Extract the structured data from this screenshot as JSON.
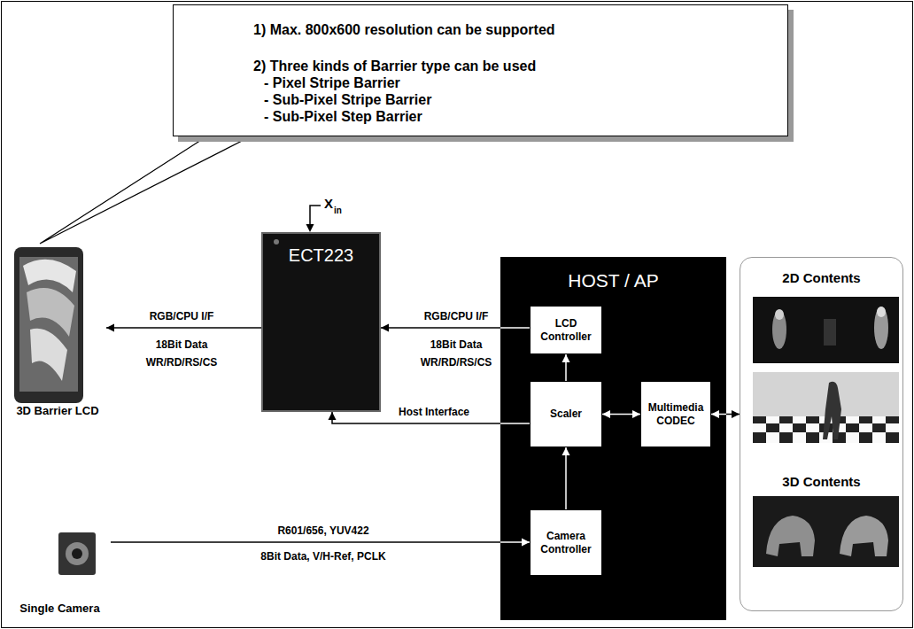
{
  "diagram": {
    "nodes": [
      {
        "text": [
          "1) Max. 800x600 resolution can be supported",
          "2) Three kinds of Barrier type can be used",
          "- Pixel Stripe Barrier",
          "- Sub-Pixel Stripe Barrier",
          "- Sub-Pixel Step Barrier"
        ]
      },
      {
        "text": [
          "3D Barrier LCD"
        ]
      },
      {
        "text": [
          "ECT223"
        ]
      },
      {
        "text": [
          "HOST / AP"
        ]
      },
      {
        "text": [
          "LCD Controller"
        ],
        "in": 3
      },
      {
        "text": [
          "Scaler"
        ],
        "in": 3
      },
      {
        "text": [
          "Multimedia CODEC"
        ],
        "in": 3
      },
      {
        "text": [
          "Camera Controller"
        ],
        "in": 3
      },
      {
        "text": [
          "2D Contents",
          "3D Contents"
        ]
      },
      {
        "text": [
          "Single Camera"
        ]
      }
    ],
    "edges": [
      {
        "from": 0,
        "to": 1,
        "arrow": "none"
      },
      {
        "from": 2,
        "to": 1,
        "arrow": "to"
      },
      {
        "from": 4,
        "to": 2,
        "arrow": "to"
      },
      {
        "from": 5,
        "to": 2,
        "arrow": "to",
        "label": "Host Interface"
      },
      {
        "from": 5,
        "to": 4,
        "arrow": "to"
      },
      {
        "from": 7,
        "to": 5,
        "arrow": "to"
      },
      {
        "from": 5,
        "to": 6,
        "arrow": "both"
      },
      {
        "from": 6,
        "to": 8,
        "arrow": "both"
      },
      {
        "from": 9,
        "to": 7,
        "arrow": "to"
      }
    ],
    "labels": [
      "X",
      "in",
      "RGB/CPU I/F",
      "18Bit Data",
      "WR/RD/RS/CS",
      "RGB/CPU I/F",
      "18Bit Data",
      "WR/RD/RS/CS",
      "R601/656, YUV422",
      "8Bit Data, V/H-Ref, PCLK"
    ]
  }
}
